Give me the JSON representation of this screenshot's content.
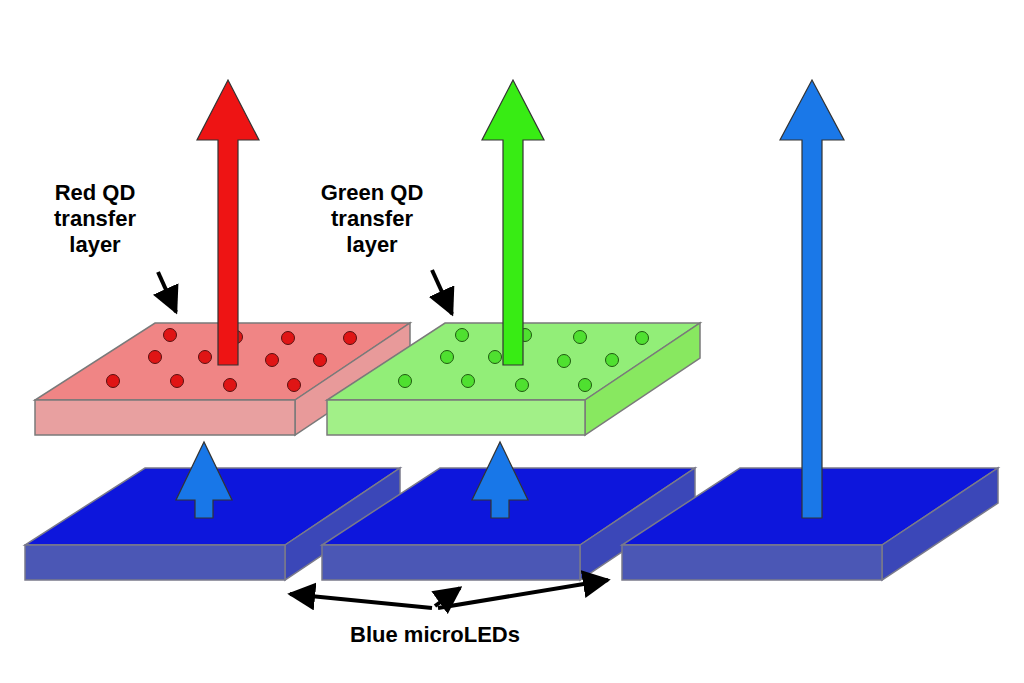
{
  "diagram": {
    "labels": [
      "Red QD transfer layer",
      "Green QD transfer layer",
      "Blue microLEDs"
    ]
  }
}
